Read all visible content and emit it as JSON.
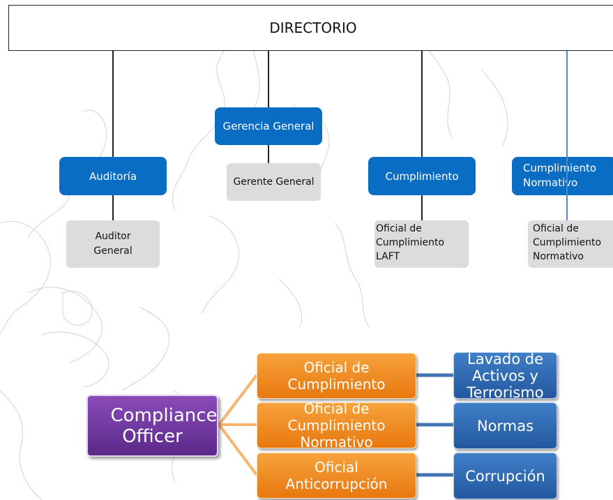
{
  "org_chart": {
    "directorio": "DIRECTORIO",
    "gerencia_general": "Gerencia General",
    "gerente_general": "Gerente General",
    "auditoria": "Auditoría",
    "auditor_general": "Auditor General",
    "cumplimiento": "Cumplimiento",
    "oficial_laft": "Oficial de Cumplimiento LAFT",
    "cumplimiento_normativo": "Cumplimiento Normativo",
    "oficial_normativo": "Oficial de Cumplimiento Normativo"
  },
  "compliance": {
    "root": "Compliance Officer",
    "officers": [
      {
        "label": "Oficial de Cumplimiento",
        "area": "Lavado de Activos y Terrorismo"
      },
      {
        "label": "Oficial de Cumplimiento Normativo",
        "area": "Normas"
      },
      {
        "label": "Oficial Anticorrupción",
        "area": "Corrupción"
      }
    ]
  },
  "colors": {
    "box_blue": "#0a6dc4",
    "box_grey": "#dcdcdc",
    "officer_orange": "#f08a1f",
    "area_blue": "#2f6db5",
    "root_purple": "#6e3698",
    "connector": "#f5a24a"
  }
}
